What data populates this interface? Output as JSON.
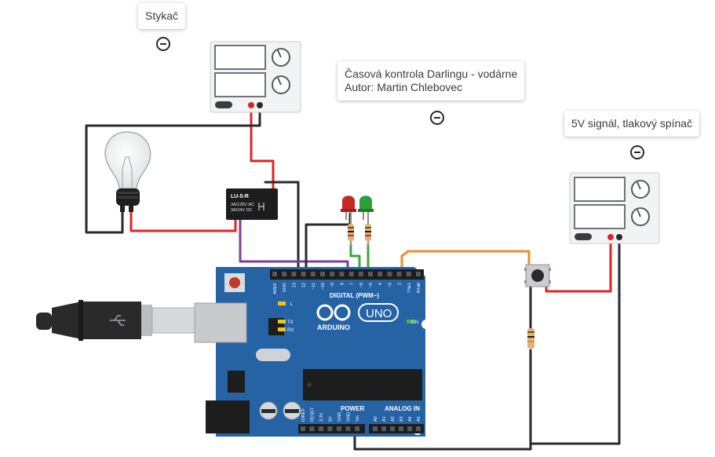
{
  "notes": {
    "contactor": "Stykač",
    "title_line1": "Časová kontrola Darlingu - vodárne",
    "title_line2": "Autor: Martin Chlebovec",
    "signal": "5V signál, tlakový spínač"
  },
  "relay": {
    "model": "LU-5-R",
    "rating_ac": "3A/125V AC",
    "rating_dc": "3A/24V DC"
  },
  "arduino": {
    "brand": "ARDUINO",
    "model": "UNO",
    "digital_label": "DIGITAL (PWM~)",
    "power_label": "POWER",
    "analog_label": "ANALOG IN",
    "on_label": "ON",
    "l_label": "L",
    "tx_label": "TX",
    "rx_label": "RX",
    "digital_pins": [
      "AREF",
      "GND",
      "13",
      "12",
      "~11",
      "~10",
      "~9",
      "8",
      "7",
      "~6",
      "~5",
      "4",
      "~3",
      "2",
      "TX▸1",
      "RX◂0"
    ],
    "power_pins": [
      "IOREF",
      "RESET",
      "3.3V",
      "5V",
      "GND",
      "GND",
      "Vin"
    ],
    "analog_pins": [
      "A0",
      "A1",
      "A2",
      "A3",
      "A4",
      "A5"
    ]
  },
  "colors": {
    "board": "#2563a5",
    "wire_red": "#e02424",
    "wire_black": "#2a2a2a",
    "wire_purple": "#7a3f9c",
    "wire_green": "#3aa83a",
    "wire_orange": "#e8922b",
    "led_red": "#c62828",
    "led_green": "#2e9e3a"
  }
}
